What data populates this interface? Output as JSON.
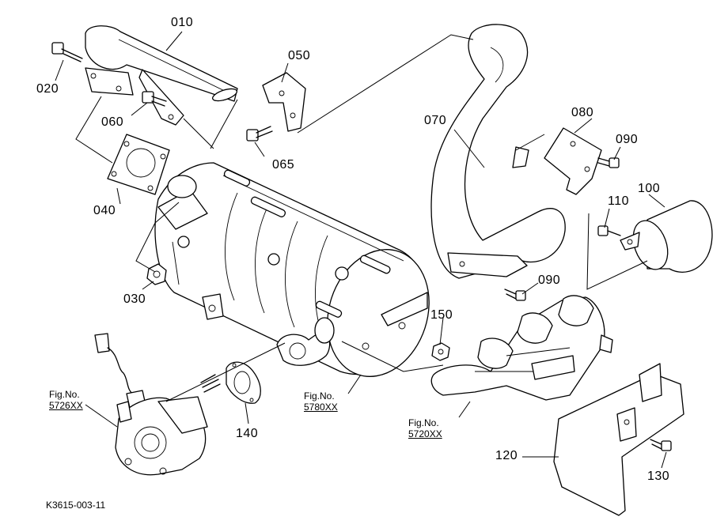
{
  "callouts": {
    "p010": "010",
    "p020": "020",
    "p030": "030",
    "p040": "040",
    "p050": "050",
    "p060": "060",
    "p065": "065",
    "p070": "070",
    "p080": "080",
    "p090a": "090",
    "p090b": "090",
    "p100": "100",
    "p110": "110",
    "p120": "120",
    "p130": "130",
    "p140": "140",
    "p150": "150"
  },
  "figure_refs": {
    "left": {
      "label": "Fig.No.",
      "number": "5726XX"
    },
    "middle": {
      "label": "Fig.No.",
      "number": "5780XX"
    },
    "right": {
      "label": "Fig.No.",
      "number": "5720XX"
    }
  },
  "drawing_code": "K3615-003-11"
}
